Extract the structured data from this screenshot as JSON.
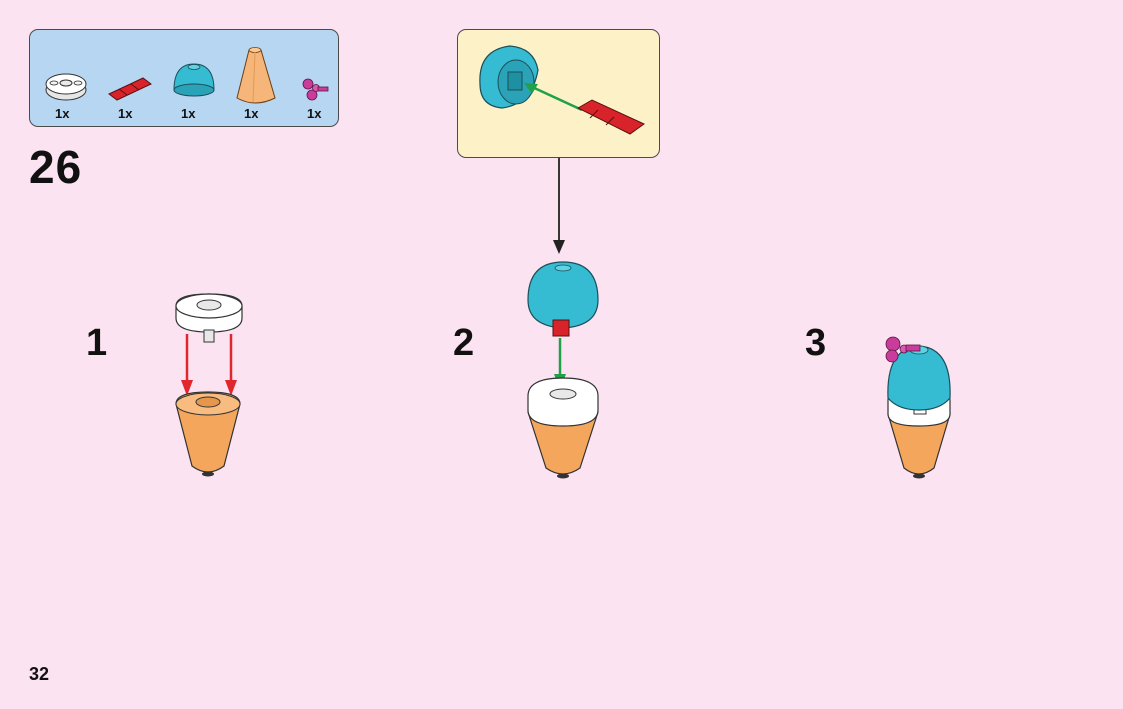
{
  "parts_list": [
    {
      "name": "white round plate",
      "qty": "1x"
    },
    {
      "name": "red bar piece",
      "qty": "1x"
    },
    {
      "name": "azure dome brick",
      "qty": "1x"
    },
    {
      "name": "light orange cone",
      "qty": "1x"
    },
    {
      "name": "magenta bow",
      "qty": "1x"
    }
  ],
  "step_number": "26",
  "substeps": [
    {
      "label": "1"
    },
    {
      "label": "2"
    },
    {
      "label": "3"
    }
  ],
  "page_number": "32",
  "colors": {
    "background": "#fbe3f1",
    "parts_box": "#b7d6f2",
    "callout": "#fdf1c8",
    "cone": "#f4a75c",
    "dome": "#35bcd2",
    "plate": "#ffffff",
    "red_part": "#d8232a",
    "bow": "#c93c9c",
    "arrow_red": "#e2262d",
    "arrow_green": "#21a04a"
  }
}
